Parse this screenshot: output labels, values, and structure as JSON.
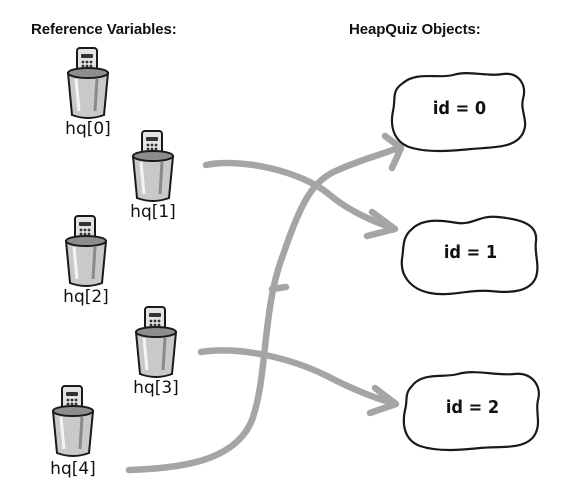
{
  "headings": {
    "reference_variables": "Reference Variables:",
    "objects": "HeapQuiz Objects:"
  },
  "variables": [
    "hq[0]",
    "hq[1]",
    "hq[2]",
    "hq[3]",
    "hq[4]"
  ],
  "objects": [
    "id = 0",
    "id = 1",
    "id = 2"
  ],
  "arrows": [
    {
      "from": "hq[1]",
      "to": "id = 1"
    },
    {
      "from": "hq[3]",
      "to": "id = 2"
    },
    {
      "from": "hq[4]",
      "to": "id = 0"
    }
  ],
  "colors": {
    "arrow": "#a5a5a5",
    "outline": "#1a1a1a"
  }
}
